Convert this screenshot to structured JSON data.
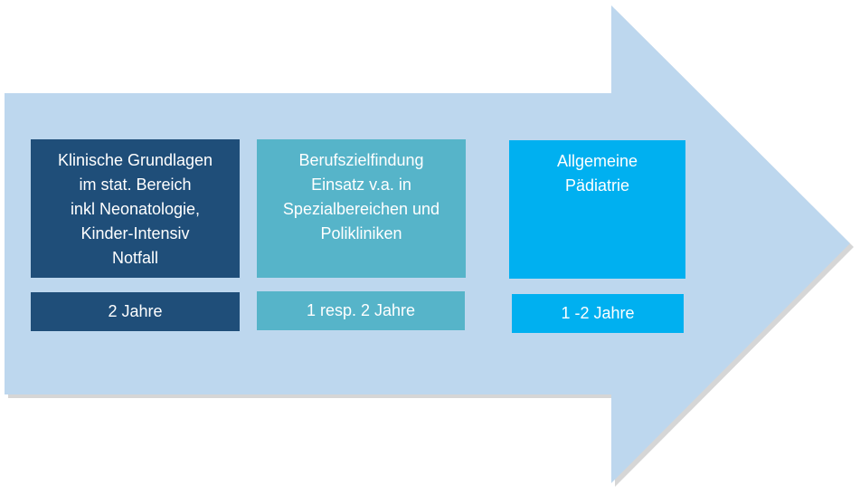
{
  "colors": {
    "arrow": "#bdd7ee",
    "arrow_shadow": "#d0d0d0",
    "phase1": "#1f4e79",
    "phase2": "#56b4c9",
    "phase3": "#00b0f0",
    "text": "#ffffff"
  },
  "phases": [
    {
      "label": "Klinische Grundlagen\nim stat. Bereich\ninkl Neonatologie,\nKinder-Intensiv\nNotfall",
      "duration": "2 Jahre"
    },
    {
      "label": "Berufszielfindung\nEinsatz v.a. in\nSpezialbereichen und\nPolikliniken",
      "duration": "1 resp. 2 Jahre"
    },
    {
      "label": "Allgemeine\nPädiatrie",
      "duration": "1 -2 Jahre"
    }
  ]
}
